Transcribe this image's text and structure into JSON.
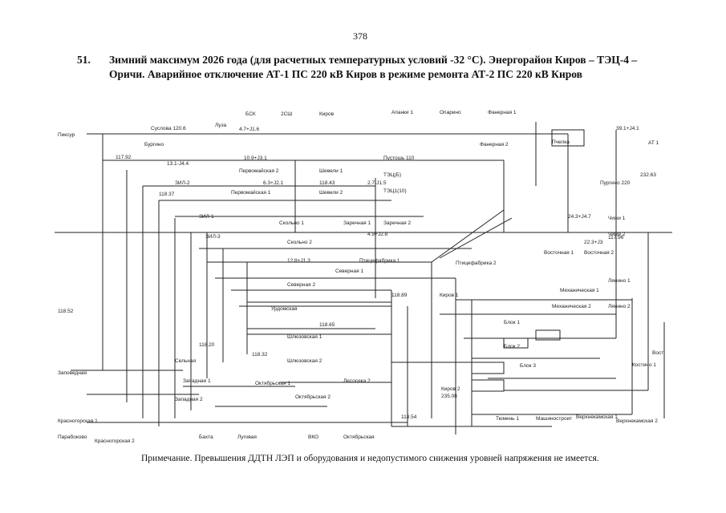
{
  "page": {
    "number": "378",
    "section_number": "51.",
    "heading": "Зимний максимум 2026 года (для расчетных температурных условий -32 °С). Энергорайон Киров – ТЭЦ-4 – Оричи. Аварийное отключение АТ-1 ПС 220 кВ Киров в режиме ремонта АТ-2 ПС 220 кВ Киров",
    "note": "Примечание. Превышения ДДТН ЛЭП и оборудования и недопустимого снижения уровней напряжения не имеется."
  },
  "diagram": {
    "labels": [
      {
        "id": "suslovka",
        "text": "Суслова 120.6"
      },
      {
        "id": "pikstrup",
        "text": "Пиксур"
      },
      {
        "id": "luza",
        "text": "Луза"
      },
      {
        "id": "byvk",
        "text": "БСК"
      },
      {
        "id": "v2k",
        "text": "2СШ"
      },
      {
        "id": "kirov",
        "text": "Киров"
      },
      {
        "id": "apanyn",
        "text": "Апанки 1"
      },
      {
        "id": "oparino",
        "text": "Опарино"
      },
      {
        "id": "furmanov",
        "text": "Фанерная 1"
      },
      {
        "id": "furmanov2",
        "text": "Фанерная 2"
      },
      {
        "id": "burgino",
        "text": "Бургино"
      },
      {
        "id": "pervomayskaya",
        "text": "Первомайская 2"
      },
      {
        "id": "pervomayskaya1",
        "text": "Первомайская 1"
      },
      {
        "id": "shevely1",
        "text": "Шевели 1"
      },
      {
        "id": "shevely2",
        "text": "Шевели 2"
      },
      {
        "id": "tec2",
        "text": "ТЭЦ(Б)"
      },
      {
        "id": "tec1",
        "text": "ТЭЦ1(10)"
      },
      {
        "id": "zil1",
        "text": "ЗИЛ-1"
      },
      {
        "id": "zil2",
        "text": "ЗИЛ-2"
      },
      {
        "id": "zil3",
        "text": "ЗИЛ-3"
      },
      {
        "id": "skolno1",
        "text": "Скольно 1"
      },
      {
        "id": "skolno2",
        "text": "Скольно 2"
      },
      {
        "id": "zarechnaya1",
        "text": "Заречная 1"
      },
      {
        "id": "zarechnaya2",
        "text": "Заречная 2"
      },
      {
        "id": "pticefabrika",
        "text": "Птицефабрика 1"
      },
      {
        "id": "pticefabrika2",
        "text": "Птицефабрика 2"
      },
      {
        "id": "vostochnaya1",
        "text": "Восточная 1"
      },
      {
        "id": "vostochnaya2",
        "text": "Восточная 2"
      },
      {
        "id": "chizhi1",
        "text": "Чижи 1"
      },
      {
        "id": "chizhi2",
        "text": "Чижи 2"
      },
      {
        "id": "severnaya1",
        "text": "Северная 1"
      },
      {
        "id": "severnaya2",
        "text": "Северная 2"
      },
      {
        "id": "pidiskaya",
        "text": "Лянино 1"
      },
      {
        "id": "mekhan1",
        "text": "Механическая 1"
      },
      {
        "id": "mekhan2",
        "text": "Механическая 2"
      },
      {
        "id": "lyanino2",
        "text": "Лянино 2"
      },
      {
        "id": "blok1",
        "text": "Блок 1"
      },
      {
        "id": "blok2",
        "text": "Блок 2"
      },
      {
        "id": "blok3",
        "text": "Блок 3"
      },
      {
        "id": "kirov1",
        "text": "Киров 1"
      },
      {
        "id": "kirov2",
        "text": "Киров 2"
      },
      {
        "id": "kirov2val",
        "text": "235.08"
      },
      {
        "id": "selnaya",
        "text": "Сельная"
      },
      {
        "id": "shlyuz2",
        "text": "Шлюзовская 2"
      },
      {
        "id": "shlyuz1",
        "text": "Шлюзовская 1"
      },
      {
        "id": "oktyabrsk1",
        "text": "Октябрьская 1"
      },
      {
        "id": "oktyabrsk2",
        "text": "Октябрьская 2"
      },
      {
        "id": "lesosek",
        "text": "Лесосека 2"
      },
      {
        "id": "zapadnaya",
        "text": "Западная 1"
      },
      {
        "id": "zapadnaya2",
        "text": "Западная 2"
      },
      {
        "id": "zapovednaya",
        "text": "Заповедная"
      },
      {
        "id": "bakta",
        "text": "Бахта"
      },
      {
        "id": "lugovaya",
        "text": "Луговая"
      },
      {
        "id": "vko",
        "text": "ВКО"
      },
      {
        "id": "oktyabrsk",
        "text": "Октябрьская"
      },
      {
        "id": "krasnogorskaya",
        "text": "Красногорская 1"
      },
      {
        "id": "krasnogorskaya2",
        "text": "Красногорская 2"
      },
      {
        "id": "parabokovo",
        "text": "Парабоково"
      },
      {
        "id": "tyumen1",
        "text": "Тюмень 1"
      },
      {
        "id": "mashinostr",
        "text": "Машиностроит"
      },
      {
        "id": "verkhnevyatka",
        "text": "Верхнекамская 1"
      },
      {
        "id": "verkhnevyatka2",
        "text": "Верхнекамская 2"
      },
      {
        "id": "kostino",
        "text": "Костино 1"
      },
      {
        "id": "vostoch",
        "text": "Вост"
      },
      {
        "id": "at1",
        "text": "АТ 1"
      },
      {
        "id": "purgini220",
        "text": "Пургино 220"
      },
      {
        "id": "purgini220val",
        "text": "232.63"
      },
      {
        "id": "urdomskaya",
        "text": "Урдомская"
      },
      {
        "id": "pustoshka",
        "text": "Пустошь 110"
      },
      {
        "id": "pchelka",
        "text": "Пчелка"
      },
      {
        "id": "val1",
        "text": "117.92"
      },
      {
        "id": "val2",
        "text": "118.37"
      },
      {
        "id": "val3",
        "text": "118.43"
      },
      {
        "id": "val4",
        "text": "118.65"
      },
      {
        "id": "val5",
        "text": "118.89"
      },
      {
        "id": "val6",
        "text": "118.52"
      },
      {
        "id": "val7",
        "text": "117.96"
      },
      {
        "id": "val8",
        "text": "118.20"
      },
      {
        "id": "val9",
        "text": "118.32"
      },
      {
        "id": "val10",
        "text": "118.54"
      },
      {
        "id": "flow1",
        "text": "4.7+J1.6"
      },
      {
        "id": "flow2",
        "text": "13.1-J4.4"
      },
      {
        "id": "flow3",
        "text": "10.9+J3.1"
      },
      {
        "id": "flow4",
        "text": "6.3+J2.1"
      },
      {
        "id": "flow5",
        "text": "39.1+J4.1"
      },
      {
        "id": "flow6",
        "text": "24.3+J4.7"
      },
      {
        "id": "flow7",
        "text": "12.8+J1.3"
      },
      {
        "id": "flow8",
        "text": "22.3+J3"
      },
      {
        "id": "flow9",
        "text": "2.7-J1.5"
      },
      {
        "id": "flow10",
        "text": "4.9+J2.8"
      }
    ]
  }
}
